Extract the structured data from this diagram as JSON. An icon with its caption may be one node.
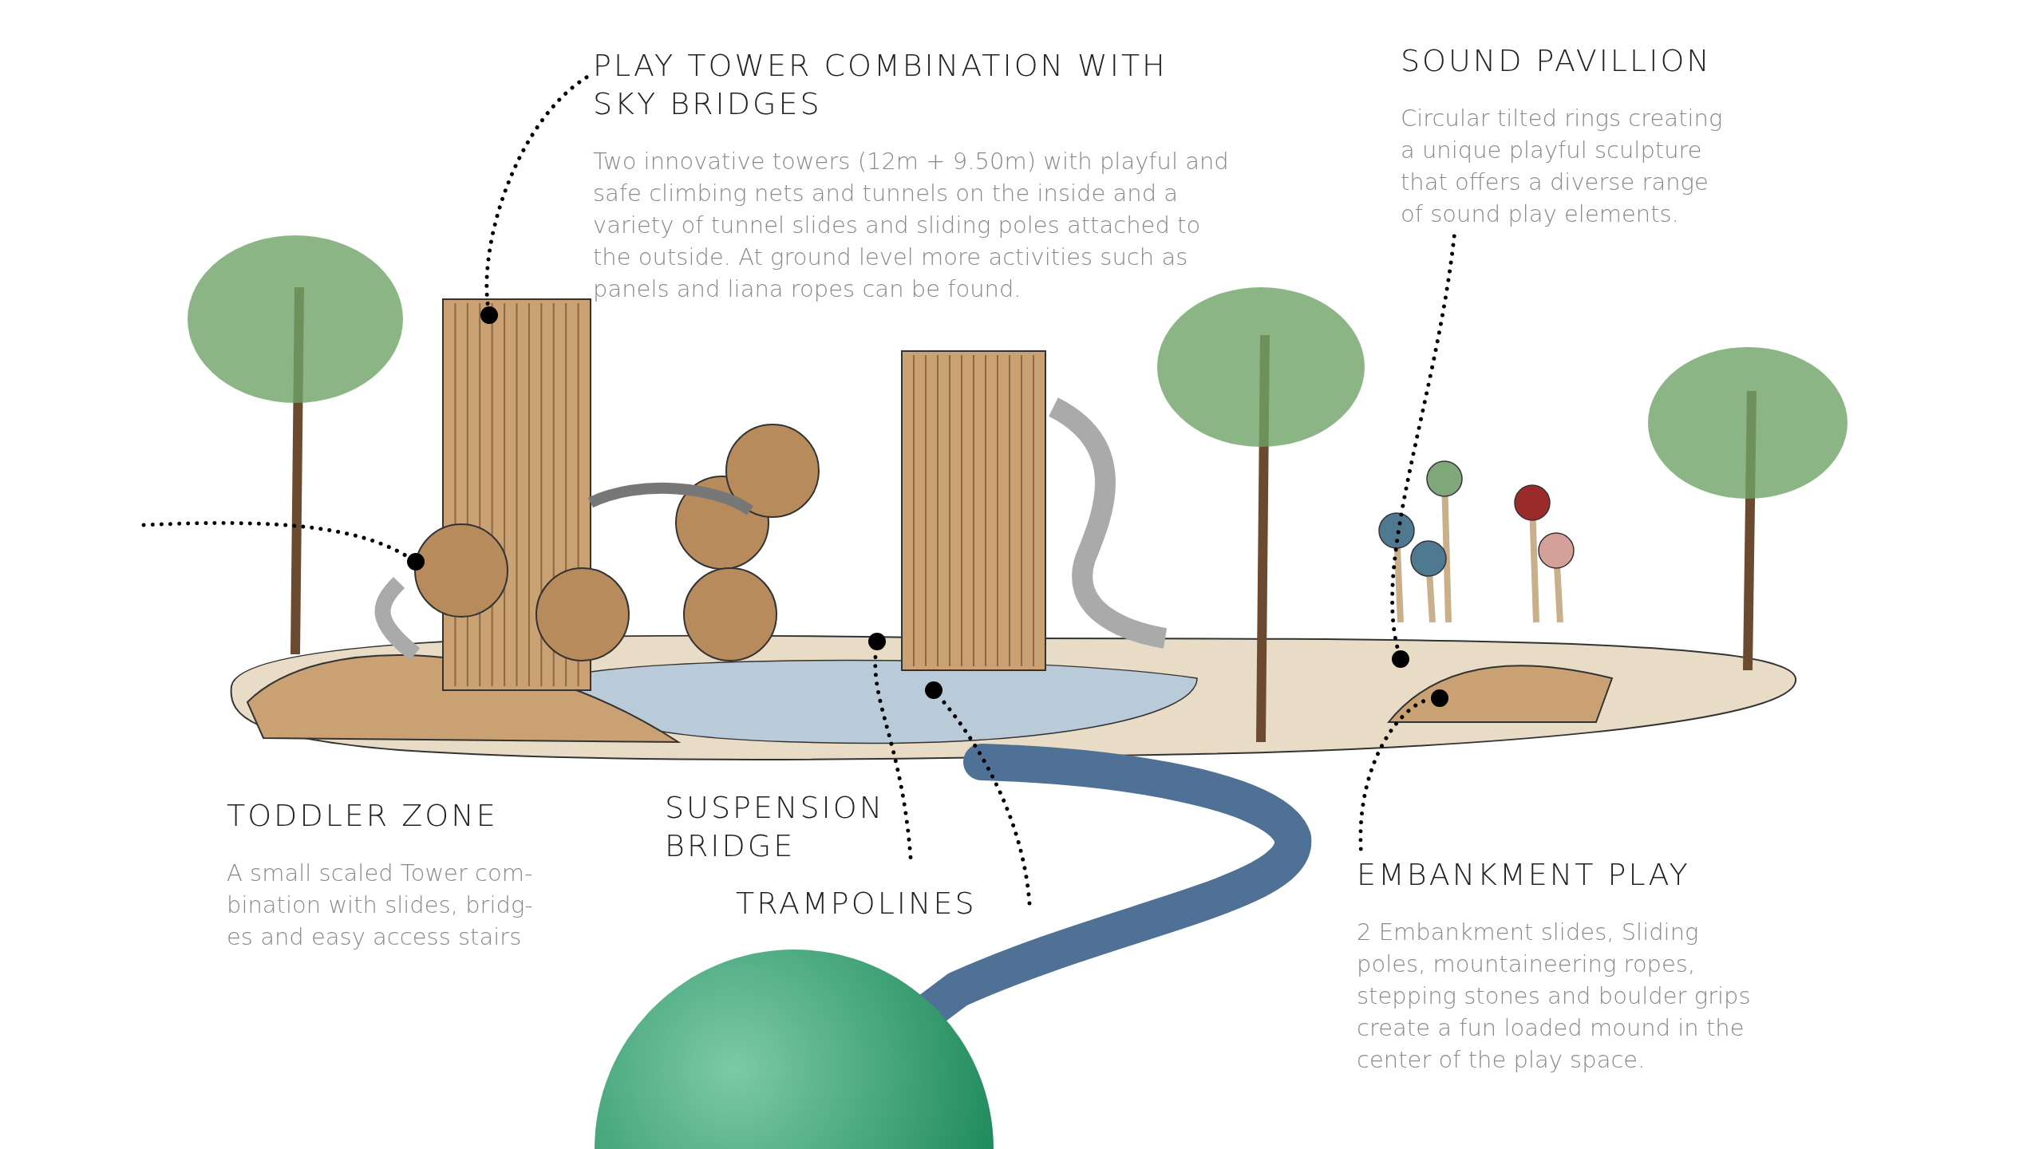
{
  "diagram": {
    "nodes": [
      {
        "text": [
          "PLAY TOWER COMBINATION WITH SKY BRIDGES",
          "Two innovative towers (12m + 9.50m) with playful and safe climbing nets and tunnels on the inside and a variety of tunnel slides and sliding poles attached to the outside. At ground level more activities such as panels and liana ropes can be found."
        ]
      },
      {
        "text": [],
        "shape": "circle"
      },
      {
        "text": [
          "SOUND PAVILLION",
          "Circular tilted rings creating a unique playful sculpture that offers a diverse range of sound play elements."
        ]
      },
      {
        "text": [],
        "shape": "circle"
      },
      {
        "text": [
          "TODDLER ZONE",
          "A small scaled Tower com- bination with slides, bridg- es and easy access stairs"
        ]
      },
      {
        "text": [],
        "shape": "circle"
      },
      {
        "text": [
          "SUSPENSION BRIDGE"
        ]
      },
      {
        "text": [],
        "shape": "circle"
      },
      {
        "text": [
          "TRAMPOLINES"
        ]
      },
      {
        "text": [],
        "shape": "circle"
      },
      {
        "text": [
          "EMBANKMENT PLAY",
          "2 Embankment slides, Sliding poles, mountaineering ropes, stepping stones and boulder grips create a fun loaded mound in the center of the play space."
        ]
      },
      {
        "text": [],
        "shape": "circle"
      }
    ],
    "edges": [
      {
        "from": 0,
        "to": 1,
        "arrow": "none"
      },
      {
        "from": 2,
        "to": 3,
        "arrow": "none"
      },
      {
        "from": null,
        "to": 5,
        "arrow": "none"
      },
      {
        "from": 6,
        "to": 7,
        "arrow": "none"
      },
      {
        "from": 8,
        "to": 9,
        "arrow": "none"
      },
      {
        "from": 10,
        "to": 11,
        "arrow": "none"
      }
    ]
  }
}
